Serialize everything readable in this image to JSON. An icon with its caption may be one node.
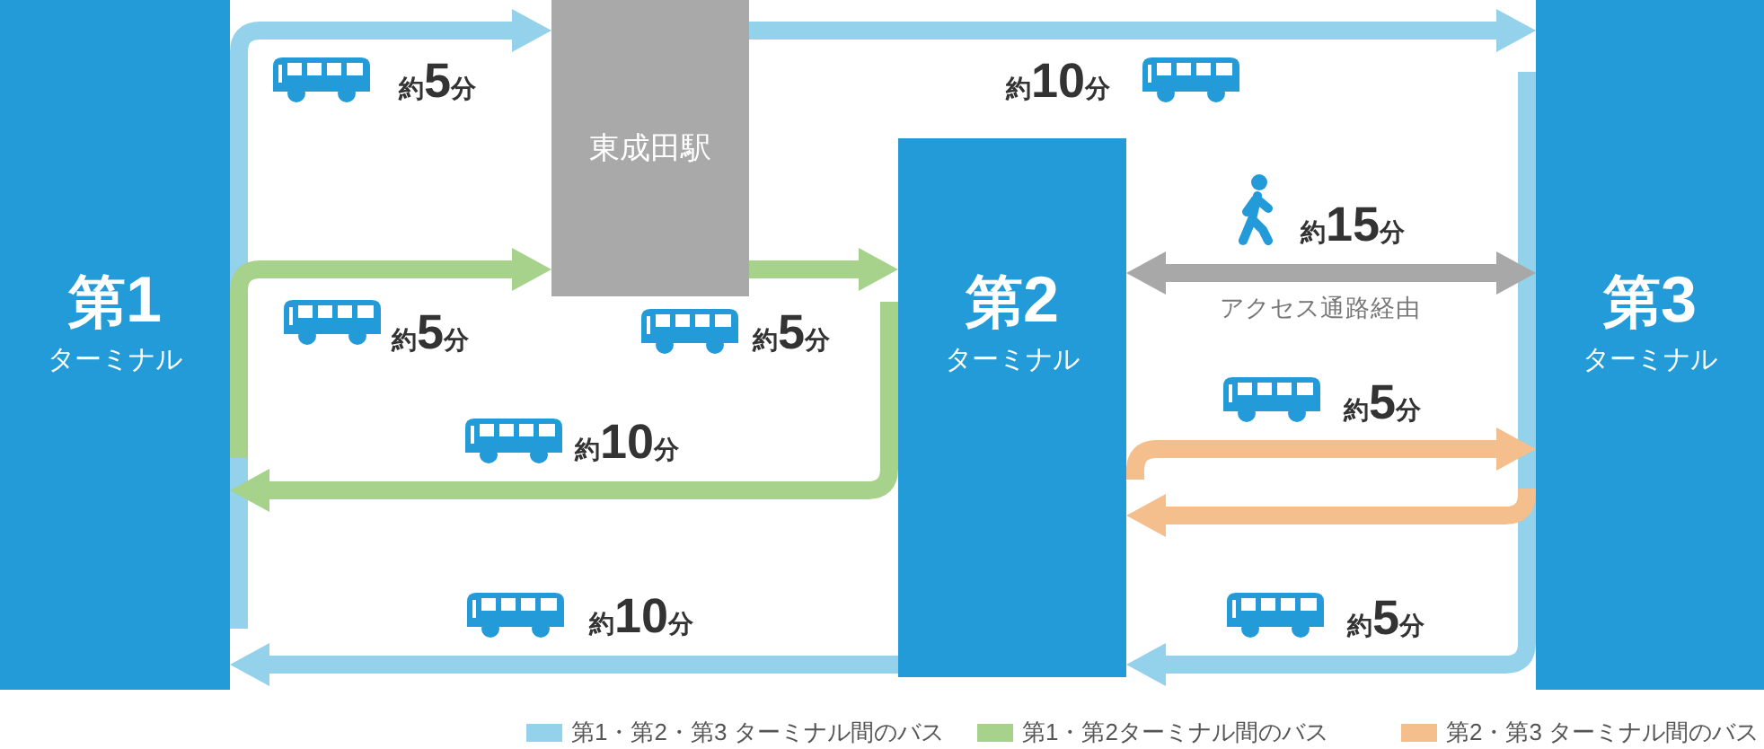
{
  "diagram": {
    "nodes": [
      {
        "text": [
          "第1",
          "ターミナル"
        ]
      },
      {
        "text": [
          "東成田駅"
        ]
      },
      {
        "text": [
          "第2",
          "ターミナル"
        ]
      },
      {
        "text": [
          "第3",
          "ターミナル"
        ]
      }
    ],
    "edges": [
      {
        "from": 0,
        "to": 1,
        "arrow": "to",
        "label": "約5分"
      },
      {
        "from": 1,
        "to": 3,
        "arrow": "to",
        "label": "約10分"
      },
      {
        "from": 0,
        "to": 1,
        "arrow": "to",
        "label": "約5分",
        "color": "#a6d28c"
      },
      {
        "from": 1,
        "to": 2,
        "arrow": "to",
        "label": "約5分",
        "color": "#a6d28c"
      },
      {
        "from": 2,
        "to": 3,
        "arrow": "both",
        "label": "約15分",
        "color": "#a8a8a8"
      },
      {
        "from": 2,
        "to": 0,
        "arrow": "to",
        "label": "約10分",
        "color": "#a6d28c"
      },
      {
        "from": 2,
        "to": 3,
        "arrow": "to",
        "label": "約5分",
        "color": "#f4bf8c"
      },
      {
        "from": 3,
        "to": 2,
        "arrow": "to",
        "color": "#f4bf8c"
      },
      {
        "from": 3,
        "to": 2,
        "arrow": "to",
        "label": "約5分"
      },
      {
        "from": 2,
        "to": 0,
        "arrow": "to",
        "label": "約10分"
      }
    ],
    "labels": [
      "アクセス通路経由"
    ],
    "legend": [
      {
        "text": "第1・第2・第3 ターミナル間のバス",
        "color": "#93d2ea"
      },
      {
        "text": "第1・第2ターミナル間のバス",
        "color": "#a6d28c"
      },
      {
        "text": "第2・第3 ターミナル間のバス",
        "color": "#f4bf8c"
      }
    ]
  }
}
